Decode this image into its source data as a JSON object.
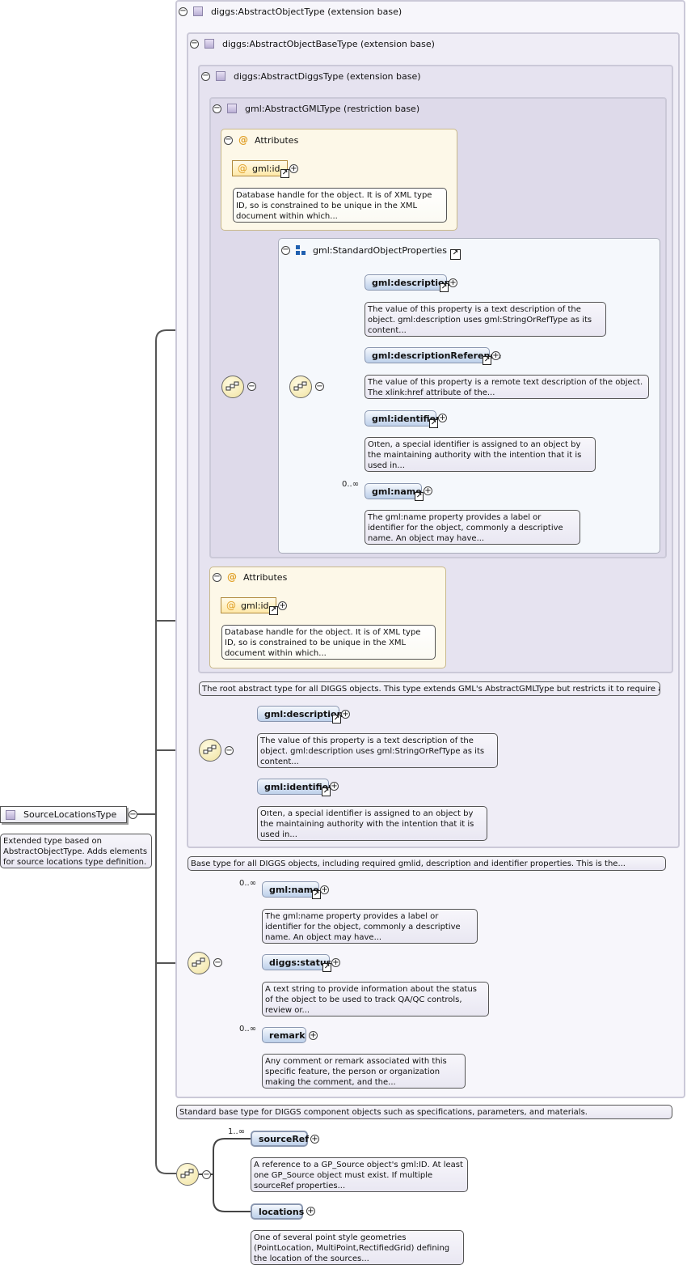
{
  "root": {
    "label": "SourceLocationsType",
    "doc": "Extended type based on AbstractObjectType. Adds elements for source locations type definition."
  },
  "frames": {
    "f1": "diggs:AbstractObjectType (extension base)",
    "f2": "diggs:AbstractObjectBaseType (extension base)",
    "f3": "diggs:AbstractDiggsType (extension base)",
    "f4": "gml:AbstractGMLType (restriction base)"
  },
  "attributes_label": "Attributes",
  "attr_id": "gml:id",
  "attr_id_doc": "Database handle for the object. It is of XML type ID, so is constrained to be unique in the XML document within which...",
  "std_props": "gml:StandardObjectProperties",
  "elements": {
    "description": "gml:description",
    "description_doc": "The value of this property is a text description of the object. gml:description uses gml:StringOrRefType as its content...",
    "description_ref": "gml:descriptionReference",
    "description_ref_doc": "The value of this property is a remote text description of the object. The xlink:href attribute of the...",
    "identifier": "gml:identifier",
    "identifier_doc": "Often, a special identifier is assigned to an object by the maintaining authority with the intention that it is used in...",
    "name": "gml:name",
    "name_doc": "The gml:name property provides a label or identifier for the object, commonly a descriptive name. An object may have...",
    "status": "diggs:status",
    "status_doc": "A text string to provide information about the status of the object to be used to track QA/QC controls, review or...",
    "remark": "remark",
    "remark_doc": "Any comment or remark associated with this specific feature, the person or organization making the comment, and the...",
    "sourceRef": "sourceRef",
    "sourceRef_doc": "A reference to a GP_Source object's gml:ID. At least one GP_Source object must exist. If multiple sourceRef properties...",
    "locations": "locations",
    "locations_doc": "One of several point style geometries (PointLocation, MultiPoint,RectifiedGrid) defining the location of the sources..."
  },
  "frame_docs": {
    "diggs_type": "The root abstract type for all DIGGS objects. This type extends GML's AbstractGMLType but restricts it to require a...",
    "base_type": "Base type for all DIGGS objects, including required gmlid, description and identifier properties. This is the...",
    "object_type": "Standard base type for DIGGS component objects such as specifications, parameters, and materials."
  },
  "cardinality": {
    "zero_many": "0..∞",
    "one_many": "1..∞"
  },
  "icons": [
    "collapse-icon",
    "expand-icon",
    "complex-type-icon",
    "attribute-icon",
    "sequence-compositor-icon",
    "group-icon",
    "reference-arrow-icon"
  ]
}
